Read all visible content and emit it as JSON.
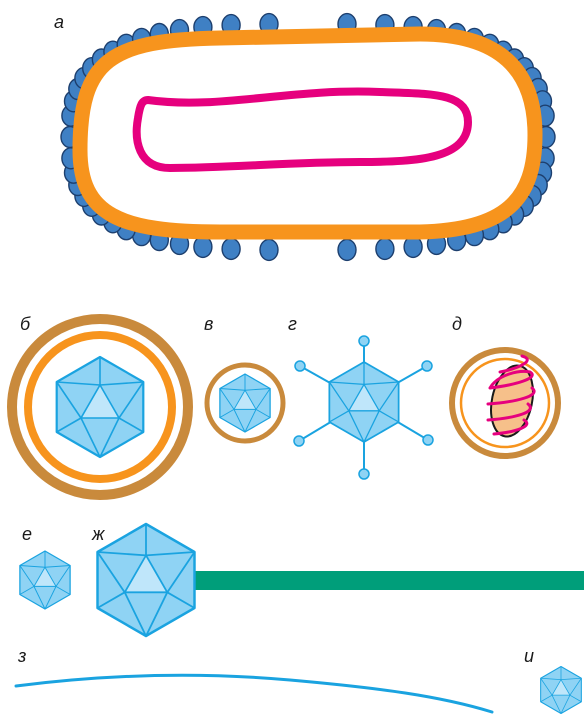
{
  "labels": {
    "a": "а",
    "b": "б",
    "v": "в",
    "g": "г",
    "d": "д",
    "e": "е",
    "zh": "ж",
    "z": "з",
    "i": "и"
  },
  "colors": {
    "capsid_fill": "#8fd3f4",
    "capsid_stroke": "#1aa3e0",
    "envelope_orange": "#f7941d",
    "envelope_brown": "#c98a3c",
    "nucleic_magenta": "#e6007e",
    "bead_fill": "#3f80c4",
    "bead_stroke": "#1d3f6e",
    "tail_green": "#009e7a",
    "filament_blue": "#1aa3e0",
    "core_peach": "#f6c08a"
  },
  "icons": {
    "bead": "lipid-bead-icon",
    "capsid": "icosahedral-capsid-icon"
  }
}
